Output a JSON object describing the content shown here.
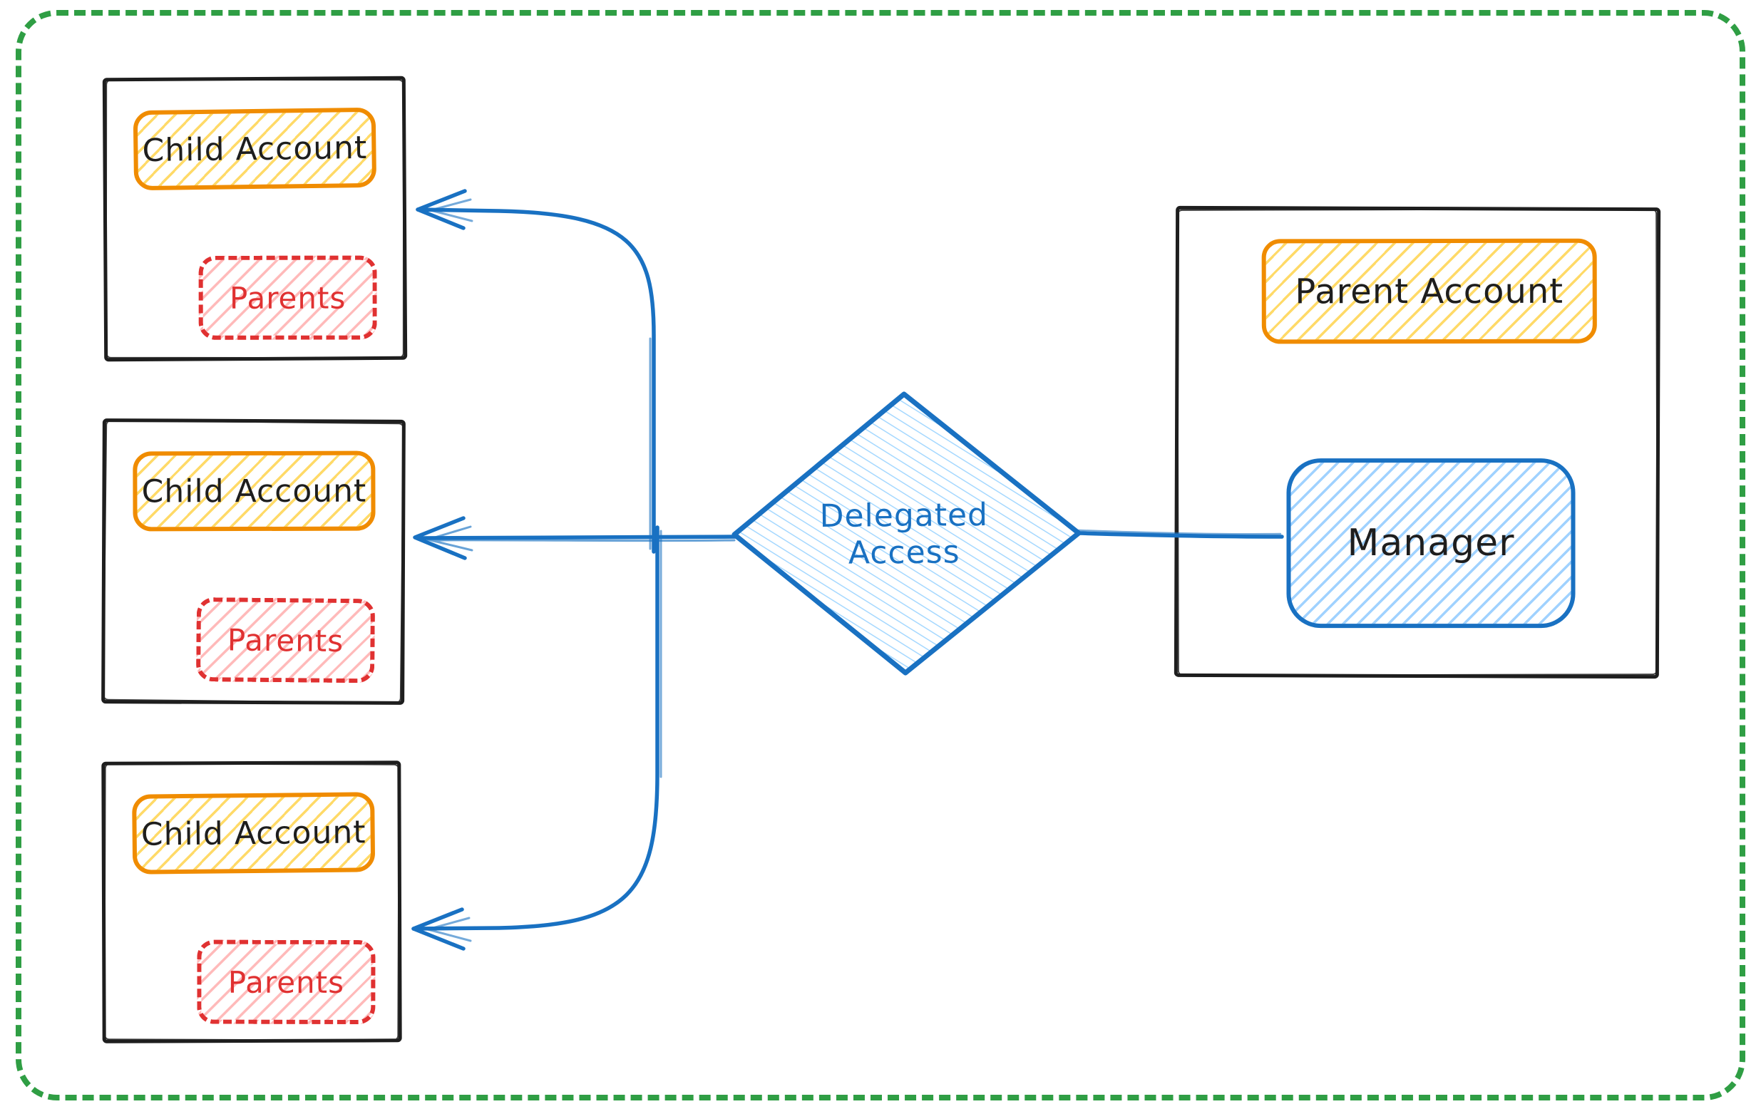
{
  "diagram": {
    "child_accounts": [
      {
        "title": "Child Account",
        "badge": "Parents"
      },
      {
        "title": "Child Account",
        "badge": "Parents"
      },
      {
        "title": "Child Account",
        "badge": "Parents"
      }
    ],
    "parent_account": {
      "title": "Parent Account",
      "member": "Manager"
    },
    "decision": {
      "line1": "Delegated",
      "line2": "Access"
    },
    "colors": {
      "stroke_black": "#1e1e1e",
      "orange": "#f08c00",
      "orange_fill": "#ffd43b",
      "red": "#e03131",
      "red_fill": "#ffc9c9",
      "blue": "#1971c2",
      "blue_fill": "#a5d8ff",
      "green_frame": "#2f9e44",
      "background": "#ffffff"
    }
  }
}
